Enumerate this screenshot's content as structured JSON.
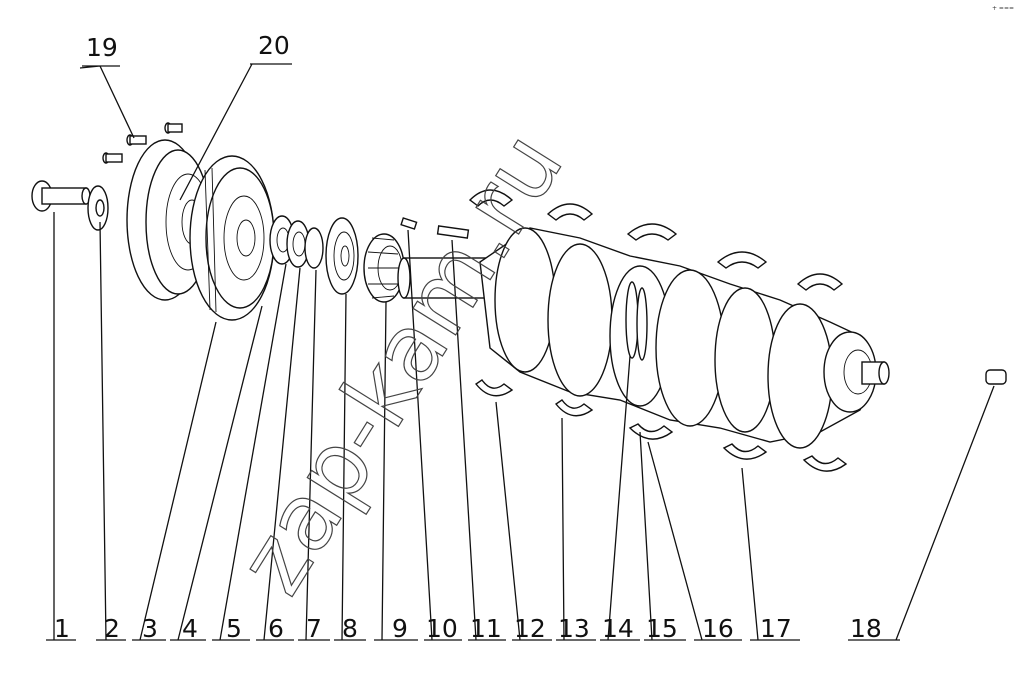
{
  "diagram": {
    "watermark": "zap-kam.ru",
    "corner_mark": "+ ===",
    "callouts": [
      {
        "id": "1",
        "label": "1"
      },
      {
        "id": "2",
        "label": "2"
      },
      {
        "id": "3",
        "label": "3"
      },
      {
        "id": "4",
        "label": "4"
      },
      {
        "id": "5",
        "label": "5"
      },
      {
        "id": "6",
        "label": "6"
      },
      {
        "id": "7",
        "label": "7"
      },
      {
        "id": "8",
        "label": "8"
      },
      {
        "id": "9",
        "label": "9"
      },
      {
        "id": "10",
        "label": "10"
      },
      {
        "id": "11",
        "label": "11"
      },
      {
        "id": "12",
        "label": "12"
      },
      {
        "id": "13",
        "label": "13"
      },
      {
        "id": "14",
        "label": "14"
      },
      {
        "id": "15",
        "label": "15"
      },
      {
        "id": "16",
        "label": "16"
      },
      {
        "id": "17",
        "label": "17"
      },
      {
        "id": "18",
        "label": "18"
      },
      {
        "id": "19",
        "label": "19"
      },
      {
        "id": "20",
        "label": "20"
      }
    ]
  }
}
